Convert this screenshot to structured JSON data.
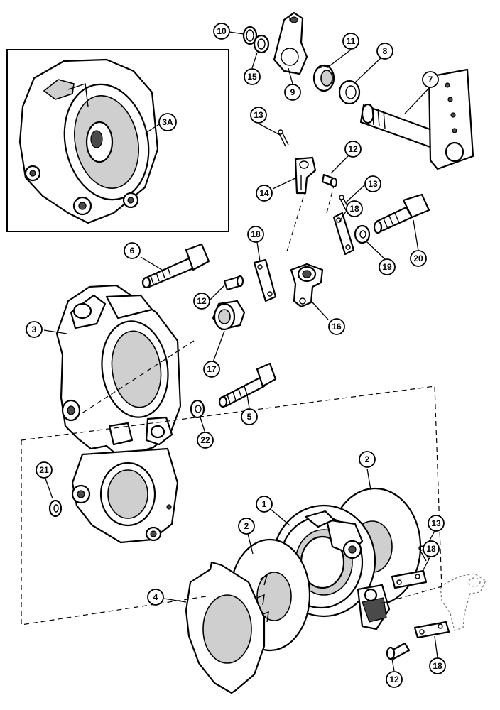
{
  "callouts": [
    {
      "id": "c10",
      "label": "10"
    },
    {
      "id": "c15",
      "label": "15"
    },
    {
      "id": "c9",
      "label": "9"
    },
    {
      "id": "c11",
      "label": "11"
    },
    {
      "id": "c8",
      "label": "8"
    },
    {
      "id": "c7",
      "label": "7"
    },
    {
      "id": "c3A",
      "label": "3A"
    },
    {
      "id": "c13a",
      "label": "13"
    },
    {
      "id": "c12a",
      "label": "12"
    },
    {
      "id": "c14",
      "label": "14"
    },
    {
      "id": "c13b",
      "label": "13"
    },
    {
      "id": "c18a",
      "label": "18"
    },
    {
      "id": "c20",
      "label": "20"
    },
    {
      "id": "c19",
      "label": "19"
    },
    {
      "id": "c6",
      "label": "6"
    },
    {
      "id": "c18b",
      "label": "18"
    },
    {
      "id": "c12b",
      "label": "12"
    },
    {
      "id": "c16",
      "label": "16"
    },
    {
      "id": "c3",
      "label": "3"
    },
    {
      "id": "c17",
      "label": "17"
    },
    {
      "id": "c5",
      "label": "5"
    },
    {
      "id": "c22",
      "label": "22"
    },
    {
      "id": "c2a",
      "label": "2"
    },
    {
      "id": "c21",
      "label": "21"
    },
    {
      "id": "c1",
      "label": "1"
    },
    {
      "id": "c2b",
      "label": "2"
    },
    {
      "id": "c13c",
      "label": "13"
    },
    {
      "id": "c18c",
      "label": "18"
    },
    {
      "id": "c4",
      "label": "4"
    },
    {
      "id": "c12c",
      "label": "12"
    },
    {
      "id": "c18d",
      "label": "18"
    }
  ]
}
